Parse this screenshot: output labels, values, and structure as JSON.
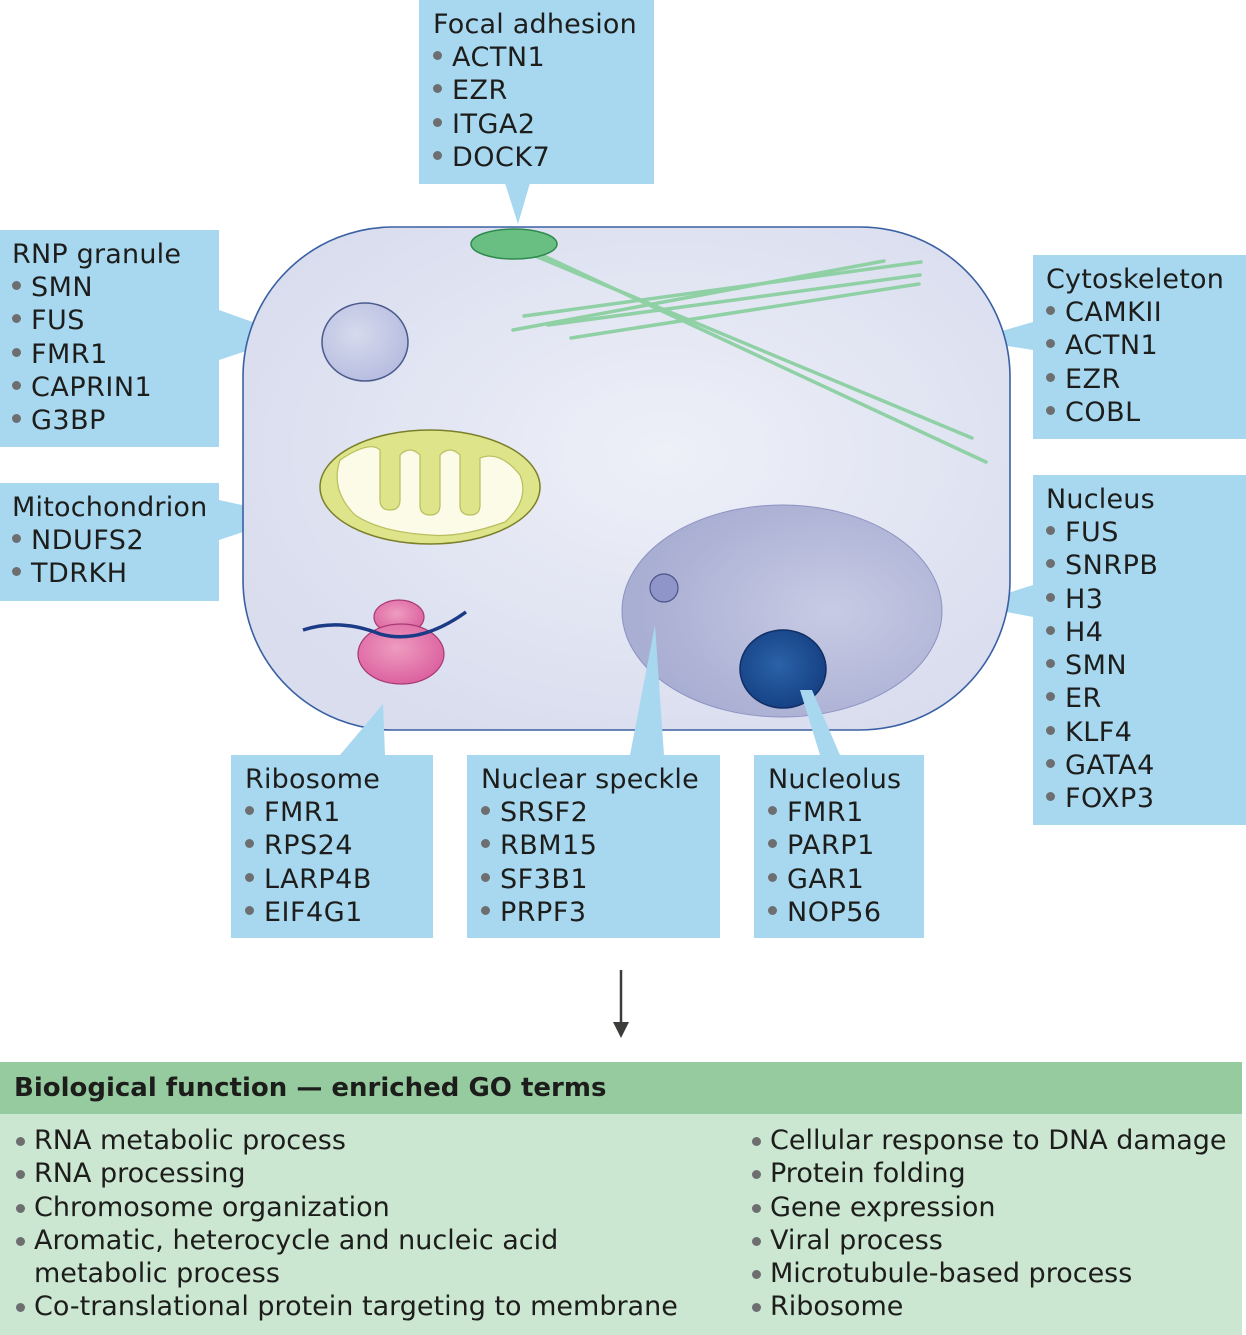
{
  "boxes": {
    "focal_adhesion": {
      "title": "Focal adhesion",
      "items": [
        "ACTN1",
        "EZR",
        "ITGA2",
        "DOCK7"
      ]
    },
    "rnp_granule": {
      "title": "RNP granule",
      "items": [
        "SMN",
        "FUS",
        "FMR1",
        "CAPRIN1",
        "G3BP"
      ]
    },
    "mitochondrion": {
      "title": "Mitochondrion",
      "items": [
        "NDUFS2",
        "TDRKH"
      ]
    },
    "cytoskeleton": {
      "title": "Cytoskeleton",
      "items": [
        "CAMKII",
        "ACTN1",
        "EZR",
        "COBL"
      ]
    },
    "nucleus": {
      "title": "Nucleus",
      "items": [
        "FUS",
        "SNRPB",
        "H3",
        "H4",
        "SMN",
        "ER",
        "KLF4",
        "GATA4",
        "FOXP3"
      ]
    },
    "ribosome": {
      "title": "Ribosome",
      "items": [
        "FMR1",
        "RPS24",
        "LARP4B",
        "EIF4G1"
      ]
    },
    "nuclear_speckle": {
      "title": "Nuclear speckle",
      "items": [
        "SRSF2",
        "RBM15",
        "SF3B1",
        "PRPF3"
      ]
    },
    "nucleolus": {
      "title": "Nucleolus",
      "items": [
        "FMR1",
        "PARP1",
        "GAR1",
        "NOP56"
      ]
    }
  },
  "go_terms": {
    "header": "Biological function — enriched GO terms",
    "left": [
      "RNA metabolic process",
      "RNA processing",
      "Chromosome organization",
      "Aromatic, heterocycle and nucleic acid\nmetabolic process",
      "Co-translational protein targeting to membrane"
    ],
    "right": [
      "Cellular response to DNA damage",
      "Protein folding",
      "Gene expression",
      "Viral process",
      "Microtubule-based process",
      "Ribosome"
    ]
  },
  "colors": {
    "label_box": "#a8d8f0",
    "cell_fill": "#dfe3f1",
    "cell_outline": "#3a60a4",
    "go_header": "#96cba0",
    "go_body": "#cbe6d1",
    "cytoskeleton_fiber": "#8fd0a5",
    "mitochondrion": "#dde48a",
    "ribosome": "#e37fae",
    "nucleolus": "#1f4f93"
  }
}
